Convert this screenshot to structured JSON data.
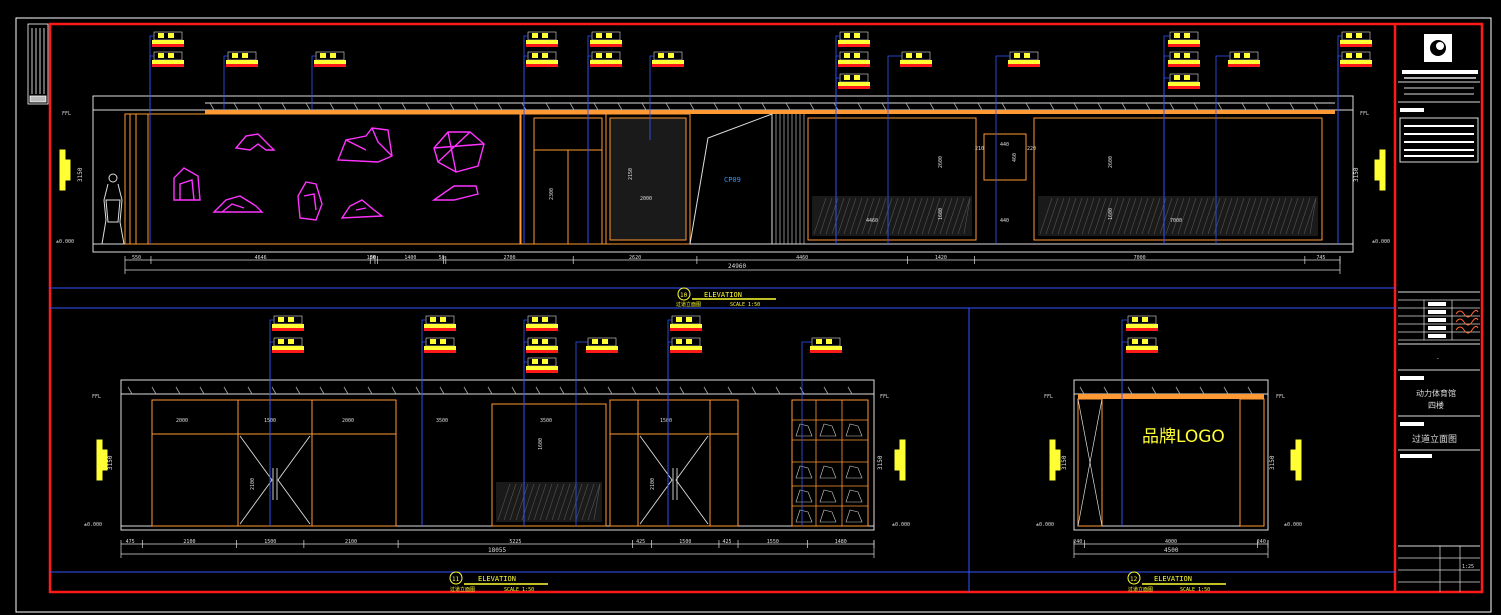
{
  "elevations": [
    {
      "number": "10",
      "title": "ELEVATION",
      "subtitle": "过道立面图",
      "scale": "SCALE 1:50"
    },
    {
      "number": "11",
      "title": "ELEVATION",
      "subtitle": "过道立面图",
      "scale": "SCALE 1:50"
    },
    {
      "number": "12",
      "title": "ELEVATION",
      "subtitle": "过道立面图",
      "scale": "SCALE 1:50"
    }
  ],
  "brand_logo_text": "品牌LOGO",
  "wall_label_1": "CP09",
  "title_block": {
    "project_name_line1": "动力体育馆",
    "project_name_line2": "四楼",
    "drawing_name": "过道立面图",
    "scale_value": "1:25",
    "dash_mark": "-"
  },
  "level_marks": {
    "ceiling": "FFL",
    "floor": "±0.000"
  },
  "heights": {
    "top_view": "3150",
    "bottom_view": "3150"
  },
  "dims_top": {
    "segments": [
      "550",
      "4646",
      "100",
      "50",
      "1400",
      "50",
      "2700",
      "2620",
      "4460",
      "1420",
      "7000",
      "745"
    ],
    "total": "24960"
  },
  "dims_bottom_left": {
    "segments": [
      "475",
      "2100",
      "1500",
      "2100",
      "5225",
      "425",
      "1500",
      "425",
      "1550",
      "1480"
    ],
    "total": "18055"
  },
  "dims_bottom_right": {
    "segments": [
      "240",
      "4000",
      "240"
    ],
    "total": "4500"
  },
  "inner_dims": {
    "panel_w_1": "2300",
    "panel_w_2": "4460",
    "panel_w_3": "7000",
    "panel_h_1": "2600",
    "panel_h_2": "1600",
    "small_box_w": "440",
    "small_box_h": "460",
    "small_box_side_l": "210",
    "small_box_side_r": "220",
    "door_h": "2150",
    "door_w": "1500",
    "glass_w": "2000",
    "glass_w_2": "3500",
    "glass_h": "2100"
  }
}
